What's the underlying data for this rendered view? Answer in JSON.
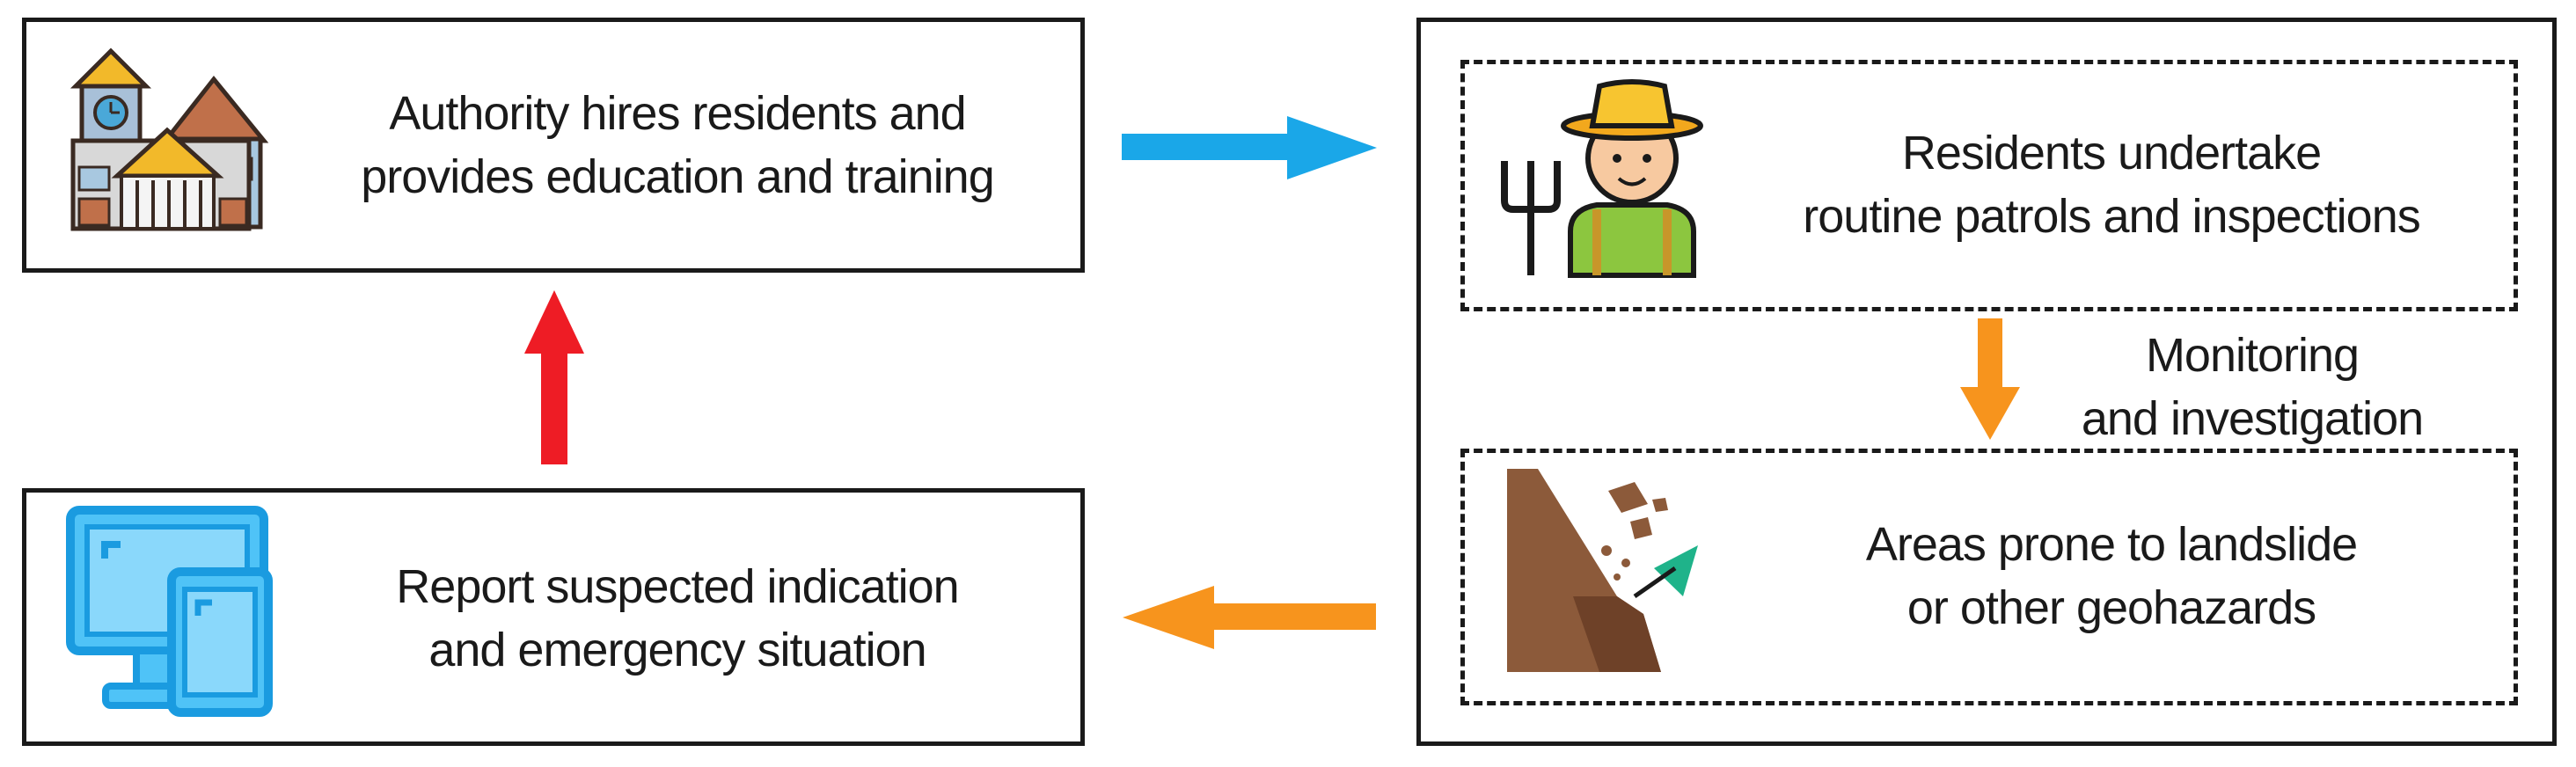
{
  "nodes": {
    "authority": {
      "line1": "Authority hires residents and",
      "line2": "provides education and training"
    },
    "patrol": {
      "line1": "Residents undertake",
      "line2": "routine patrols and inspections"
    },
    "areas": {
      "line1": "Areas prone to landslide",
      "line2": "or other geohazards"
    },
    "report": {
      "line1": "Report suspected indication",
      "line2": "and emergency situation"
    }
  },
  "edges": {
    "monitoring": {
      "line1": "Monitoring",
      "line2": "and investigation"
    }
  },
  "colors": {
    "blue_arrow": "#1aa7e8",
    "orange_arrow": "#f7941d",
    "red_arrow": "#ee1c25"
  },
  "icons": [
    "town-hall-icon",
    "farmer-icon",
    "landslide-icon",
    "devices-icon"
  ]
}
